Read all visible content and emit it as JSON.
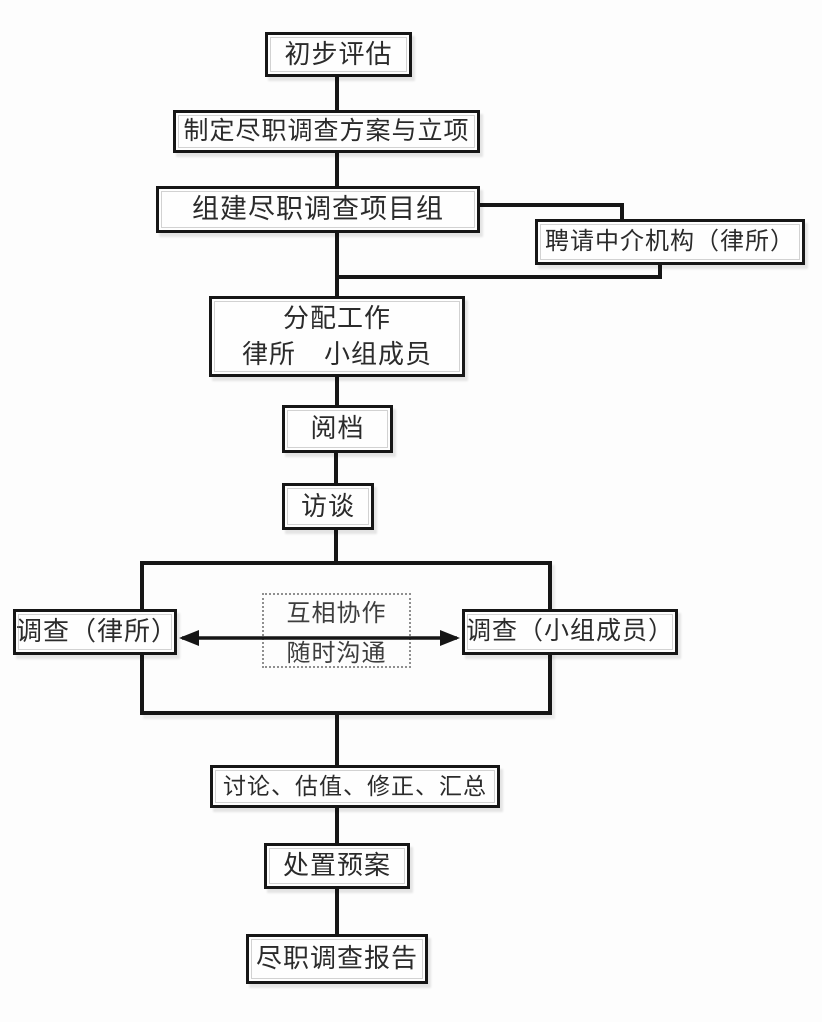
{
  "palette": {
    "background": "#fdfdfd",
    "box_background": "#fefefe",
    "border_color": "#161616",
    "text_color": "#2b2b2b",
    "dashed_border_color": "#8f8f8f"
  },
  "nodes": {
    "initial_assessment": "初步评估",
    "plan_and_approval": "制定尽职调查方案与立项",
    "form_team": "组建尽职调查项目组",
    "hire_intermediary": "聘请中介机构（律所）",
    "assign_work": {
      "title": "分配工作",
      "left": "律所",
      "right": "小组成员"
    },
    "read_files": "阅档",
    "interviews": "访谈",
    "investigate_law_firm": "调查（律所）",
    "collaboration_note": {
      "line1": "互相协作",
      "line2": "随时沟通"
    },
    "investigate_team": "调查（小组成员）",
    "discuss_summarize": "讨论、估值、修正、汇总",
    "disposal_plan": "处置预案",
    "dd_report": "尽职调查报告"
  },
  "edges": [
    {
      "from": "initial_assessment",
      "to": "plan_and_approval",
      "type": "flow"
    },
    {
      "from": "plan_and_approval",
      "to": "form_team",
      "type": "flow"
    },
    {
      "from": "form_team",
      "to": "hire_intermediary",
      "type": "flow"
    },
    {
      "from": "form_team",
      "to": "assign_work",
      "type": "flow"
    },
    {
      "from": "hire_intermediary",
      "to": "assign_work",
      "type": "flow"
    },
    {
      "from": "assign_work",
      "to": "read_files",
      "type": "flow"
    },
    {
      "from": "read_files",
      "to": "interviews",
      "type": "flow"
    },
    {
      "from": "interviews",
      "to": "investigation_group",
      "type": "flow"
    },
    {
      "from": "investigate_law_firm",
      "to": "investigate_team",
      "type": "bidirectional-arrow"
    },
    {
      "from": "investigation_group",
      "to": "discuss_summarize",
      "type": "flow"
    },
    {
      "from": "discuss_summarize",
      "to": "disposal_plan",
      "type": "flow"
    },
    {
      "from": "disposal_plan",
      "to": "dd_report",
      "type": "flow"
    }
  ]
}
